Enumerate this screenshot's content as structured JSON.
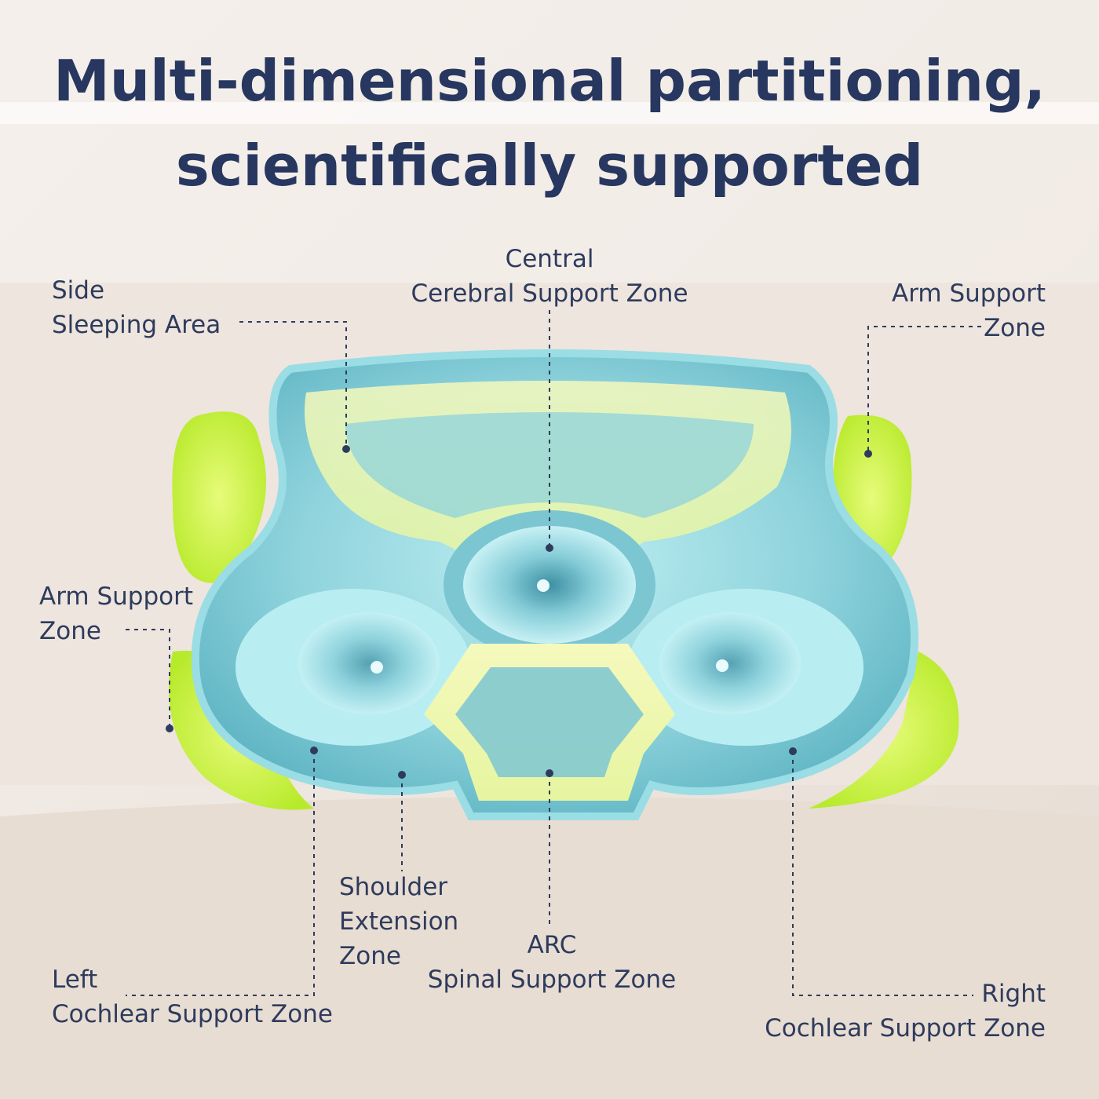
{
  "headline": {
    "line1": "Multi-dimensional partitioning,",
    "line2": "scientifically supported"
  },
  "zones": {
    "side_sleeping": {
      "line1": "Side",
      "line2": "Sleeping Area"
    },
    "central_cerebral": {
      "line1": "Central",
      "line2": "Cerebral Support Zone"
    },
    "arm_support_right": {
      "line1": "Arm Support",
      "line2": "Zone"
    },
    "arm_support_left": {
      "line1": "Arm Support",
      "line2": "Zone"
    },
    "shoulder_extension": {
      "line1": "Shoulder",
      "line2": "Extension",
      "line3": "Zone"
    },
    "arc_spinal": {
      "line1": "ARC",
      "line2": "Spinal Support Zone"
    },
    "left_cochlear": {
      "line1": "Left",
      "line2": "Cochlear Support Zone"
    },
    "right_cochlear": {
      "line1": "Right",
      "line2": "Cochlear Support Zone"
    }
  },
  "colors": {
    "text": "#2e3b5c",
    "title": "#27375f",
    "pillow": "#8fd3dc",
    "accent_yellow": "#f1f6a6",
    "accent_lime": "#c8f03c"
  }
}
